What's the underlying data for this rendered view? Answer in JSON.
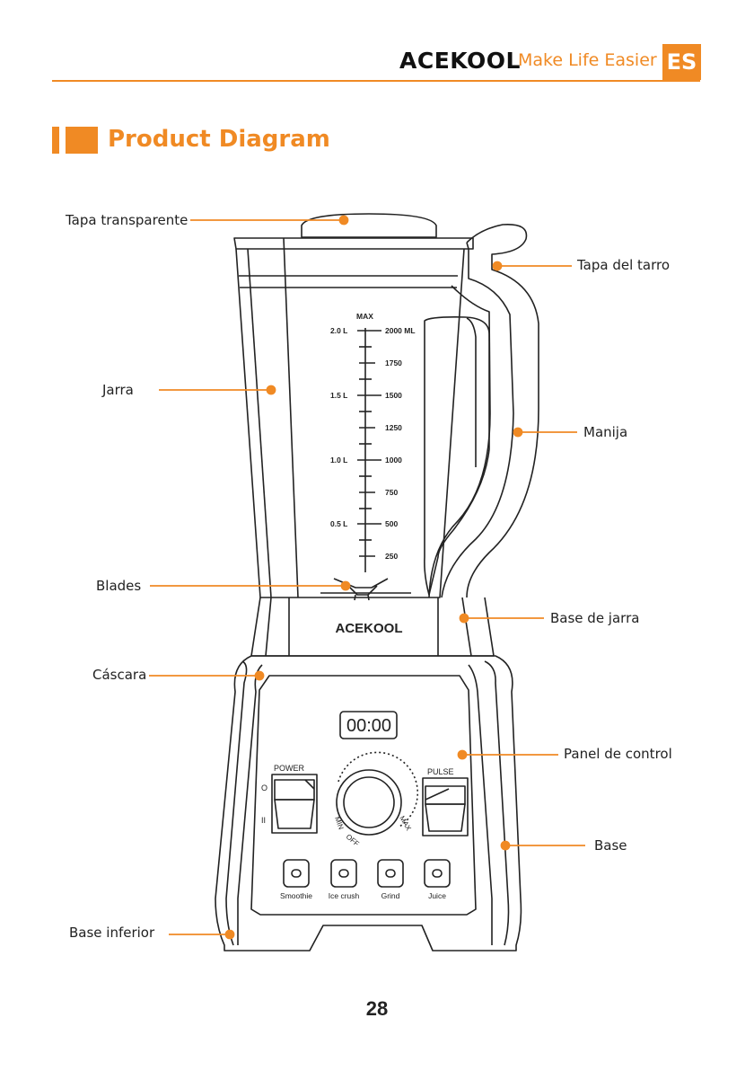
{
  "header": {
    "brand": "ACEKOOL",
    "tagline": "Make Life Easier",
    "language": "ES"
  },
  "title": "Product Diagram",
  "labels": {
    "tapa_transparente": "Tapa transparente",
    "jarra": "Jarra",
    "blades": "Blades",
    "cascara": "Cáscara",
    "base_inferior": "Base inferior",
    "tapa_del_tarro": "Tapa del tarro",
    "manija": "Manija",
    "base_de_jarra": "Base de jarra",
    "panel_de_control": "Panel de control",
    "base": "Base"
  },
  "scale": {
    "max": "MAX",
    "l_2": "2.0 L",
    "l_15": "1.5 L",
    "l_1": "1.0 L",
    "l_05": "0.5 L",
    "ml_2000": "2000 ML",
    "ml_1750": "1750",
    "ml_1500": "1500",
    "ml_1250": "1250",
    "ml_1000": "1000",
    "ml_750": "750",
    "ml_500": "500",
    "ml_250": "250"
  },
  "blender": {
    "brand": "ACEKOOL",
    "display": "00:00",
    "power": "POWER",
    "power_off": "O",
    "power_on": "II",
    "pulse": "PULSE",
    "dial_off": "OFF",
    "dial_min": "MIN",
    "dial_max": "MAX",
    "buttons": [
      "Smoothie",
      "Ice crush",
      "Grind",
      "Juice"
    ]
  },
  "page_number": "28",
  "colors": {
    "accent": "#F08A24",
    "line": "#222222"
  }
}
